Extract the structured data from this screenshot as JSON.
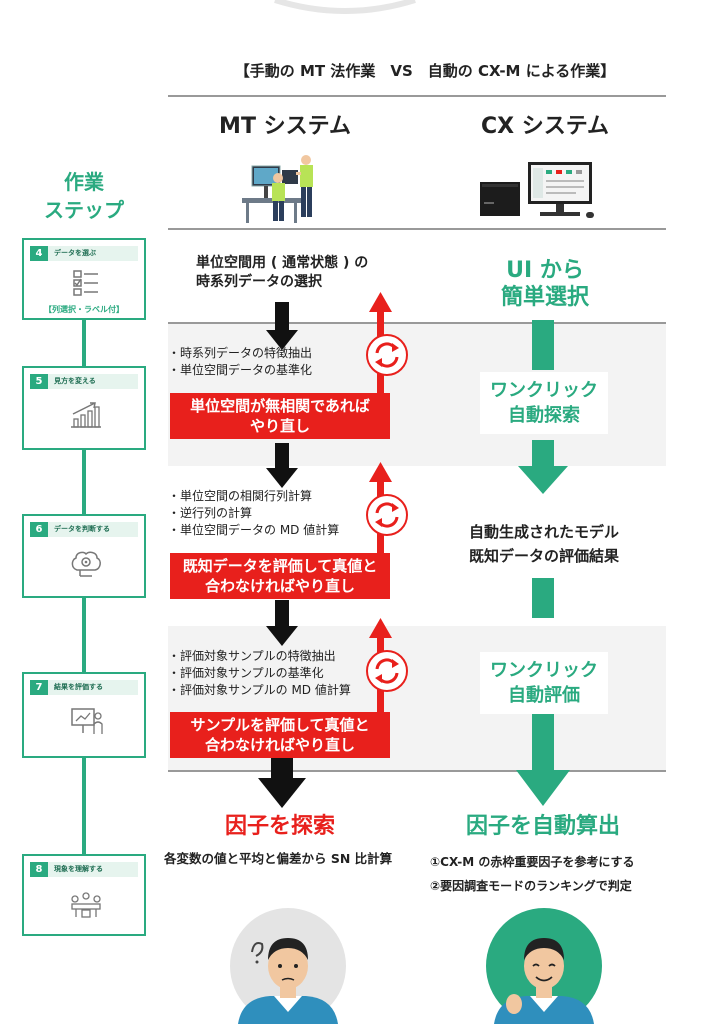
{
  "header": {
    "title": "【手動の MT 法作業　VS　自動の CX-M による作業】",
    "mt_system": "MT システム",
    "cx_system": "CX システム",
    "steps_label_line1": "作業",
    "steps_label_line2": "ステップ"
  },
  "steps": [
    {
      "num": "4",
      "label": "データを選ぶ",
      "caption": "【列選択・ラベル付】"
    },
    {
      "num": "5",
      "label": "見方を変える"
    },
    {
      "num": "6",
      "label": "データを判断する"
    },
    {
      "num": "7",
      "label": "結果を評価する"
    },
    {
      "num": "8",
      "label": "現象を理解する"
    }
  ],
  "mt": {
    "step4_line1": "単位空間用 ( 通常状態 ) の",
    "step4_line2": "時系列データの選択",
    "step5_bullets": [
      "・時系列データの特徴抽出",
      "・単位空間データの基準化"
    ],
    "step5_red": [
      "単位空間が無相関であれば",
      "やり直し"
    ],
    "step6_bullets": [
      "・単位空間の相関行列計算",
      "・逆行列の計算",
      "・単位空間データの MD 値計算"
    ],
    "step6_red": [
      "既知データを評価して真値と",
      "合わなければやり直し"
    ],
    "step7_bullets": [
      "・評価対象サンプルの特徴抽出",
      "・評価対象サンプルの基準化",
      "・評価対象サンプルの MD 値計算"
    ],
    "step7_red": [
      "サンプルを評価して真値と",
      "合わなければやり直し"
    ],
    "result_title": "因子を探索",
    "result_text": "各変数の値と平均と偏差から SN 比計算"
  },
  "cx": {
    "step4_line1": "UI から",
    "step4_line2": "簡単選択",
    "step5_line1": "ワンクリック",
    "step5_line2": "自動探索",
    "step6_line1": "自動生成されたモデル",
    "step6_line2": "既知データの評価結果",
    "step7_line1": "ワンクリック",
    "step7_line2": "自動評価",
    "result_title": "因子を自動算出",
    "result_line1": "①CX-M の赤枠重要因子を参考にする",
    "result_line2": "②要因調査モードのランキングで判定"
  },
  "colors": {
    "red": "#e8201c",
    "green": "#2aaa80",
    "black": "#111111",
    "band": "#f3f3f3"
  },
  "icons": [
    "refresh-cycle-icon",
    "checklist-icon",
    "growth-chart-icon",
    "brain-gear-icon",
    "presentation-icon",
    "team-meeting-icon",
    "workers-illustration",
    "computer-illustration",
    "confused-person-icon",
    "happy-person-icon"
  ]
}
